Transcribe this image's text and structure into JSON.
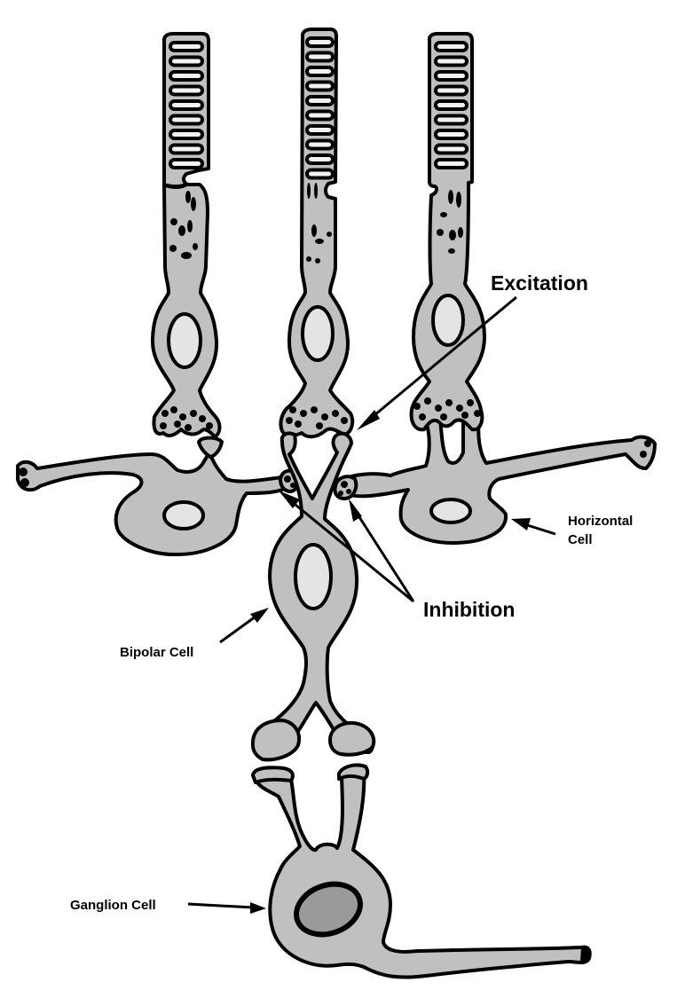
{
  "diagram": {
    "subject": "Retinal neural circuit: photoreceptors, horizontal cells, bipolar cell and ganglion cell",
    "labels": {
      "excitation": "Excitation",
      "inhibition": "Inhibition",
      "horizontal_cell_line1": "Horizontal",
      "horizontal_cell_line2": "Cell",
      "bipolar_cell": "Bipolar Cell",
      "ganglion_cell": "Ganglion Cell"
    },
    "components": [
      {
        "name": "photoreceptor-left"
      },
      {
        "name": "photoreceptor-center"
      },
      {
        "name": "photoreceptor-right"
      },
      {
        "name": "horizontal-cell-left"
      },
      {
        "name": "horizontal-cell-right"
      },
      {
        "name": "bipolar-cell"
      },
      {
        "name": "ganglion-cell"
      }
    ],
    "colors": {
      "cell_fill": "#c0c0c0",
      "outline": "#000000",
      "background": "#ffffff"
    }
  }
}
